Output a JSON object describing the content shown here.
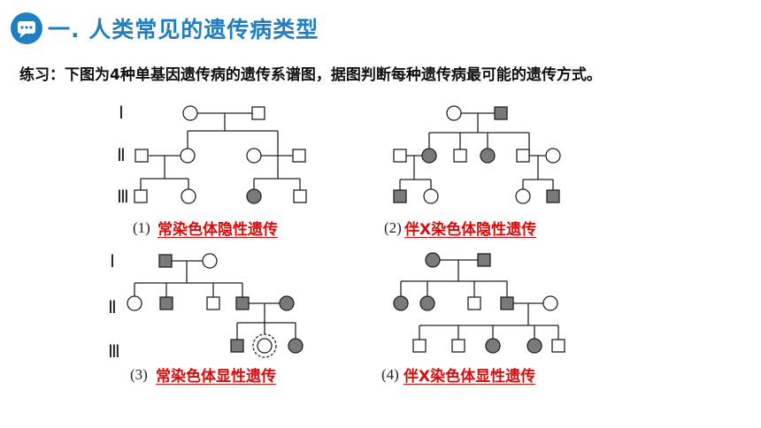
{
  "header": {
    "title": "一. 人类常见的遗传病类型",
    "icon": "chat-bubble-icon",
    "accent_color": "#1f7fc2"
  },
  "question": "练习：下图为4种单基因遗传病的遗传系谱图，据图判断每种遗传病最可能的遗传方式。",
  "generations": [
    "Ⅰ",
    "Ⅱ",
    "Ⅲ"
  ],
  "pedigrees": [
    {
      "number": "(1)",
      "answer": "常染色体隐性遗传"
    },
    {
      "number": "(2)",
      "answer": "伴X染色体隐性遗传"
    },
    {
      "number": "(3)",
      "answer": "常染色体显性遗传"
    },
    {
      "number": "(4)",
      "answer": "伴X染色体显性遗传"
    }
  ],
  "colors": {
    "affected": "#7a7a7a",
    "answer_text": "#d40d0d"
  }
}
